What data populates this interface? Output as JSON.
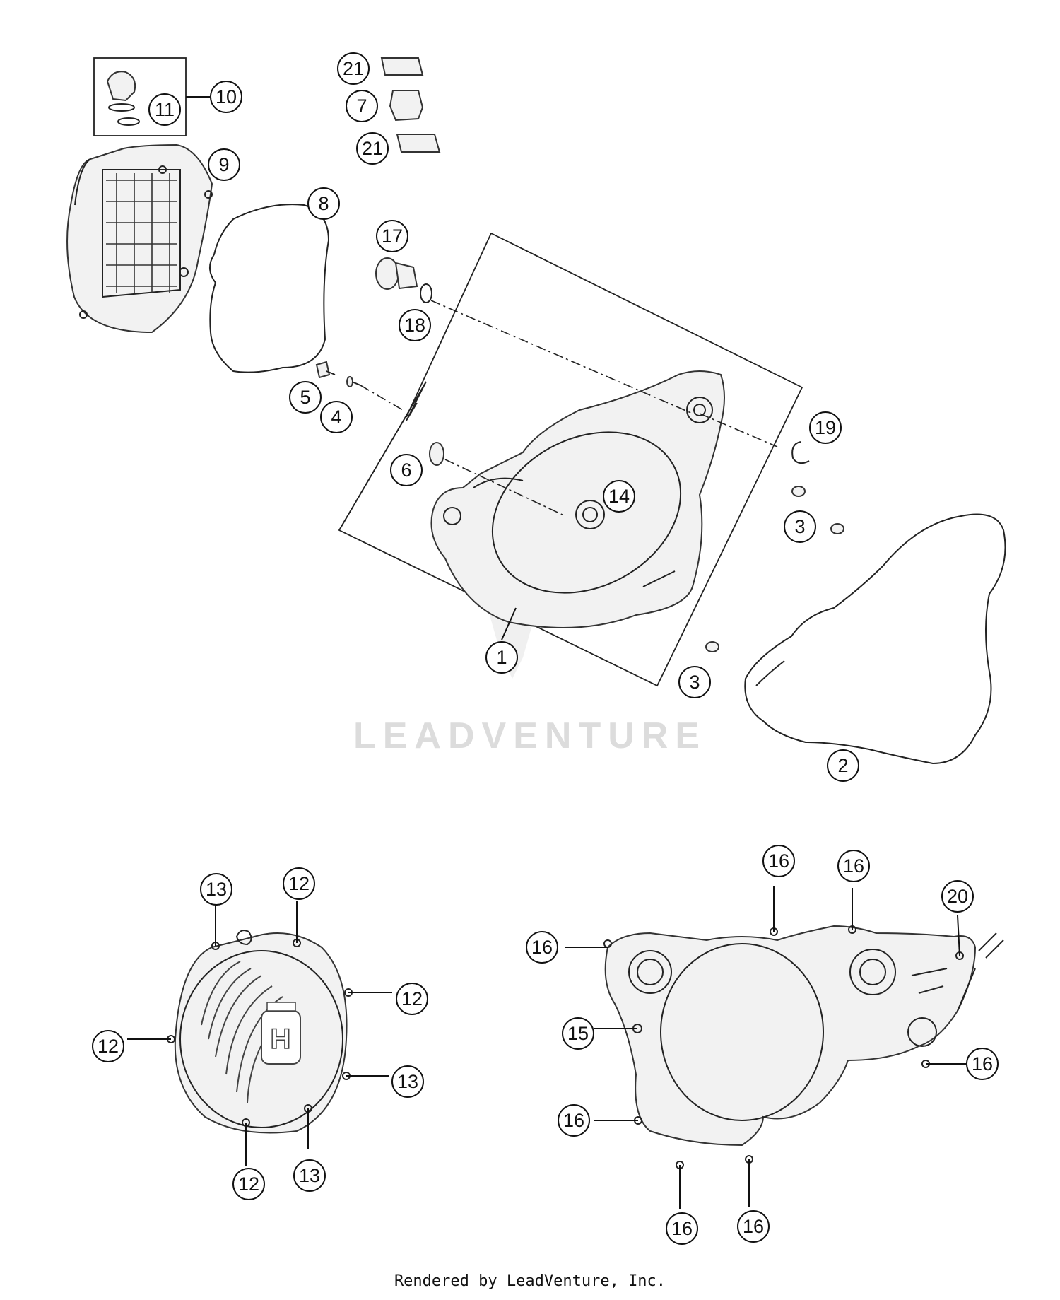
{
  "watermark": "LEADVENTURE",
  "footer": "Rendered by LeadVenture, Inc.",
  "callouts": [
    "1",
    "2",
    "3",
    "3",
    "4",
    "5",
    "6",
    "7",
    "8",
    "9",
    "10",
    "11",
    "12",
    "12",
    "12",
    "12",
    "13",
    "13",
    "13",
    "14",
    "15",
    "16",
    "16",
    "16",
    "16",
    "16",
    "16",
    "16",
    "17",
    "18",
    "19",
    "20",
    "21",
    "21"
  ]
}
